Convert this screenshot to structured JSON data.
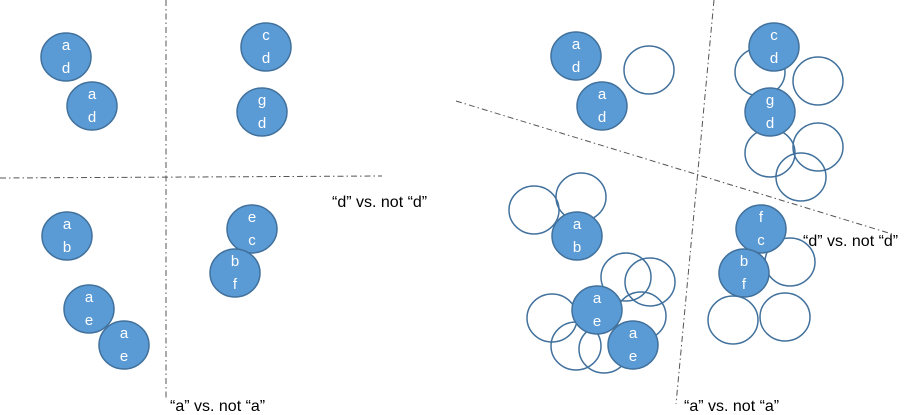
{
  "left_panel": {
    "nodes": [
      {
        "top": "a",
        "bottom": "d"
      },
      {
        "top": "a",
        "bottom": "d"
      },
      {
        "top": "c",
        "bottom": "d"
      },
      {
        "top": "g",
        "bottom": "d"
      },
      {
        "top": "a",
        "bottom": "b"
      },
      {
        "top": "e",
        "bottom": "c"
      },
      {
        "top": "b",
        "bottom": "f"
      },
      {
        "top": "a",
        "bottom": "e"
      },
      {
        "top": "a",
        "bottom": "e"
      }
    ],
    "caption_d": "“d” vs. not “d”",
    "caption_a": "“a” vs. not “a”"
  },
  "right_panel": {
    "nodes": [
      {
        "top": "a",
        "bottom": "d"
      },
      {
        "top": "a",
        "bottom": "d"
      },
      {
        "top": "c",
        "bottom": "d"
      },
      {
        "top": "g",
        "bottom": "d"
      },
      {
        "top": "a",
        "bottom": "b"
      },
      {
        "top": "f",
        "bottom": "c"
      },
      {
        "top": "b",
        "bottom": "f"
      },
      {
        "top": "a",
        "bottom": "e"
      },
      {
        "top": "a",
        "bottom": "e"
      }
    ],
    "caption_d": "“d” vs. not “d”",
    "caption_a": "“a” vs. not “a”"
  },
  "colors": {
    "node_fill": "#5b9bd5",
    "node_stroke": "#41719c"
  }
}
